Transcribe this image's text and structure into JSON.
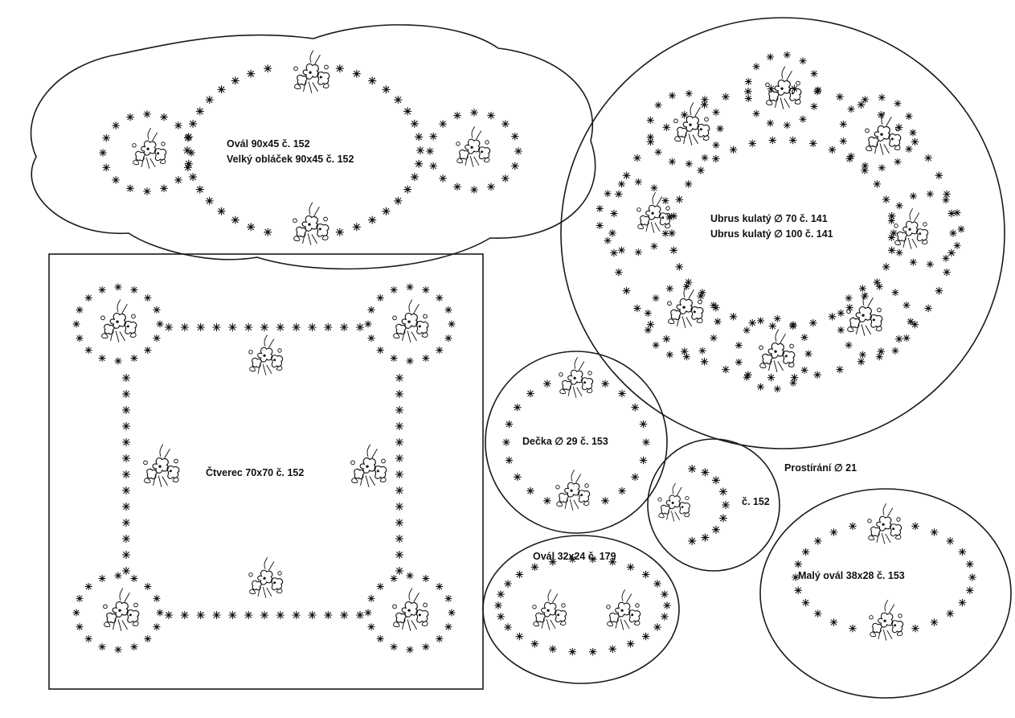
{
  "labels": {
    "oval_big_1": "Ovál 90x45 č. 152",
    "oval_big_2": "Velký obláček 90x45 č. 152",
    "round_1": "Ubrus kulatý ∅ 70 č. 141",
    "round_2": "Ubrus kulatý ∅ 100 č. 141",
    "square": "Čtverec 70x70 č. 152",
    "doily": "Dečka ∅ 29 č. 153",
    "small_circle": "č. 152",
    "placemat": "Prostírání ∅ 21",
    "oval_small": "Ovál 32x24 č. 179",
    "oval_medium": "Malý ovál 38x28 č. 153"
  },
  "colors": {
    "line": "#1a1a1a",
    "paper": "#ffffff"
  }
}
